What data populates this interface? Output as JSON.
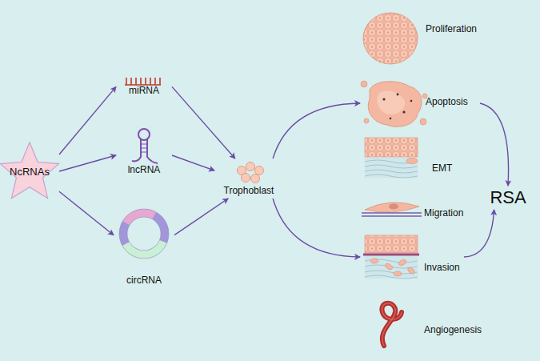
{
  "diagram": {
    "nodes": [
      {
        "text": [
          "NcRNAs"
        ]
      },
      {
        "text": [
          "miRNA"
        ]
      },
      {
        "text": [
          "lncRNA"
        ]
      },
      {
        "text": [
          "circRNA"
        ]
      },
      {
        "text": [
          "Trophoblast"
        ]
      },
      {
        "text": [
          "Proliferation"
        ]
      },
      {
        "text": [
          "Apoptosis"
        ]
      },
      {
        "text": [
          "EMT"
        ]
      },
      {
        "text": [
          "Migration"
        ]
      },
      {
        "text": [
          "Invasion"
        ]
      },
      {
        "text": [
          "Angiogenesis"
        ]
      },
      {
        "text": [
          "RSA"
        ]
      }
    ],
    "edges": [
      {
        "from": 0,
        "to": 1,
        "arrow": "to"
      },
      {
        "from": 0,
        "to": 2,
        "arrow": "to"
      },
      {
        "from": 0,
        "to": 3,
        "arrow": "to"
      },
      {
        "from": 1,
        "to": 4,
        "arrow": "to"
      },
      {
        "from": 2,
        "to": 4,
        "arrow": "to"
      },
      {
        "from": 3,
        "to": 4,
        "arrow": "to"
      },
      {
        "from": 4,
        "to": 6,
        "arrow": "to"
      },
      {
        "from": 4,
        "to": 9,
        "arrow": "to"
      },
      {
        "from": 6,
        "to": 11,
        "arrow": "to"
      },
      {
        "from": 9,
        "to": 11,
        "arrow": "to"
      }
    ]
  }
}
